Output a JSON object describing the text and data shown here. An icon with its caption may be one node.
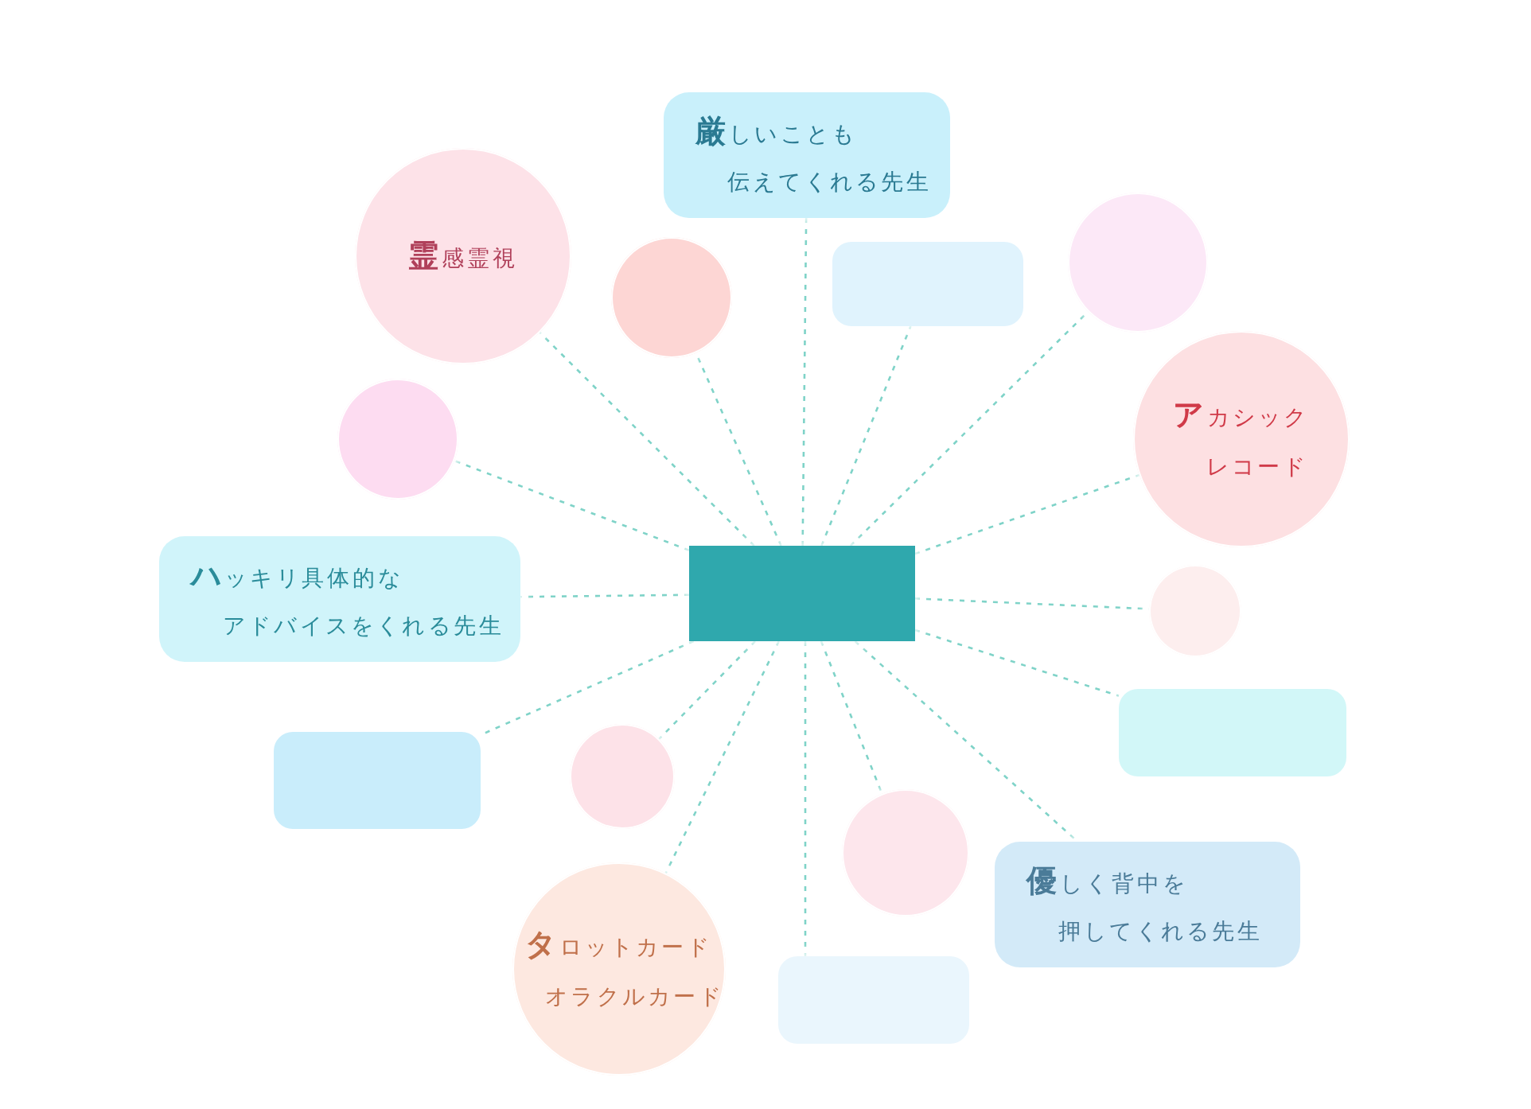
{
  "diagram": {
    "nodes": [
      {
        "text": [],
        "shape": "box"
      },
      {
        "text": [
          "厳しいことも",
          "伝えてくれる先生"
        ]
      },
      {
        "text": [
          "霊感霊視"
        ]
      },
      {
        "text": [],
        "shape": "circle"
      },
      {
        "text": [],
        "shape": "box"
      },
      {
        "text": [],
        "shape": "circle"
      },
      {
        "text": [
          "アカシック",
          "レコード"
        ]
      },
      {
        "text": [],
        "shape": "circle"
      },
      {
        "text": [
          "ハッキリ具体的な",
          "アドバイスをくれる先生"
        ]
      },
      {
        "text": [],
        "shape": "circle"
      },
      {
        "text": [],
        "shape": "box"
      },
      {
        "text": [],
        "shape": "box"
      },
      {
        "text": [],
        "shape": "circle"
      },
      {
        "text": [],
        "shape": "circle"
      },
      {
        "text": [
          "優しく背中を",
          "押してくれる先生"
        ]
      },
      {
        "text": [
          "タロットカード",
          "オラクルカード"
        ]
      },
      {
        "text": [],
        "shape": "box"
      }
    ],
    "edges": [
      {
        "from": 0,
        "to": 1,
        "arrow": "none",
        "style": "dashed"
      },
      {
        "from": 0,
        "to": 2,
        "arrow": "none",
        "style": "dashed"
      },
      {
        "from": 0,
        "to": 3,
        "arrow": "none",
        "style": "dashed"
      },
      {
        "from": 0,
        "to": 4,
        "arrow": "none",
        "style": "dashed"
      },
      {
        "from": 0,
        "to": 5,
        "arrow": "none",
        "style": "dashed"
      },
      {
        "from": 0,
        "to": 6,
        "arrow": "none",
        "style": "dashed"
      },
      {
        "from": 0,
        "to": 7,
        "arrow": "none",
        "style": "dashed"
      },
      {
        "from": 0,
        "to": 8,
        "arrow": "none",
        "style": "dashed"
      },
      {
        "from": 0,
        "to": 9,
        "arrow": "none",
        "style": "dashed"
      },
      {
        "from": 0,
        "to": 10,
        "arrow": "none",
        "style": "dashed"
      },
      {
        "from": 0,
        "to": 11,
        "arrow": "none",
        "style": "dashed"
      },
      {
        "from": 0,
        "to": 12,
        "arrow": "none",
        "style": "dashed"
      },
      {
        "from": 0,
        "to": 13,
        "arrow": "none",
        "style": "dashed"
      },
      {
        "from": 0,
        "to": 14,
        "arrow": "none",
        "style": "dashed"
      },
      {
        "from": 0,
        "to": 15,
        "arrow": "none",
        "style": "dashed"
      },
      {
        "from": 0,
        "to": 16,
        "arrow": "none",
        "style": "dashed"
      }
    ]
  }
}
